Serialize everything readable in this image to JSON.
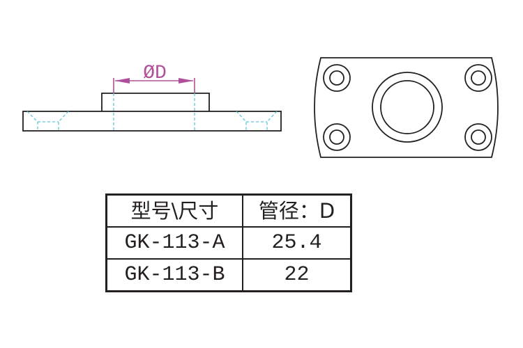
{
  "drawing": {
    "dimension_label": "ØD",
    "colors": {
      "outline": "#231f20",
      "hidden_line": "#5fc6d6",
      "dimension": "#b0509a"
    }
  },
  "table": {
    "headers": [
      "型号\\尺寸",
      "管径：D"
    ],
    "rows": [
      {
        "model": "GK-113-A",
        "diameter": "25.4"
      },
      {
        "model": "GK-113-B",
        "diameter": "22"
      }
    ]
  }
}
